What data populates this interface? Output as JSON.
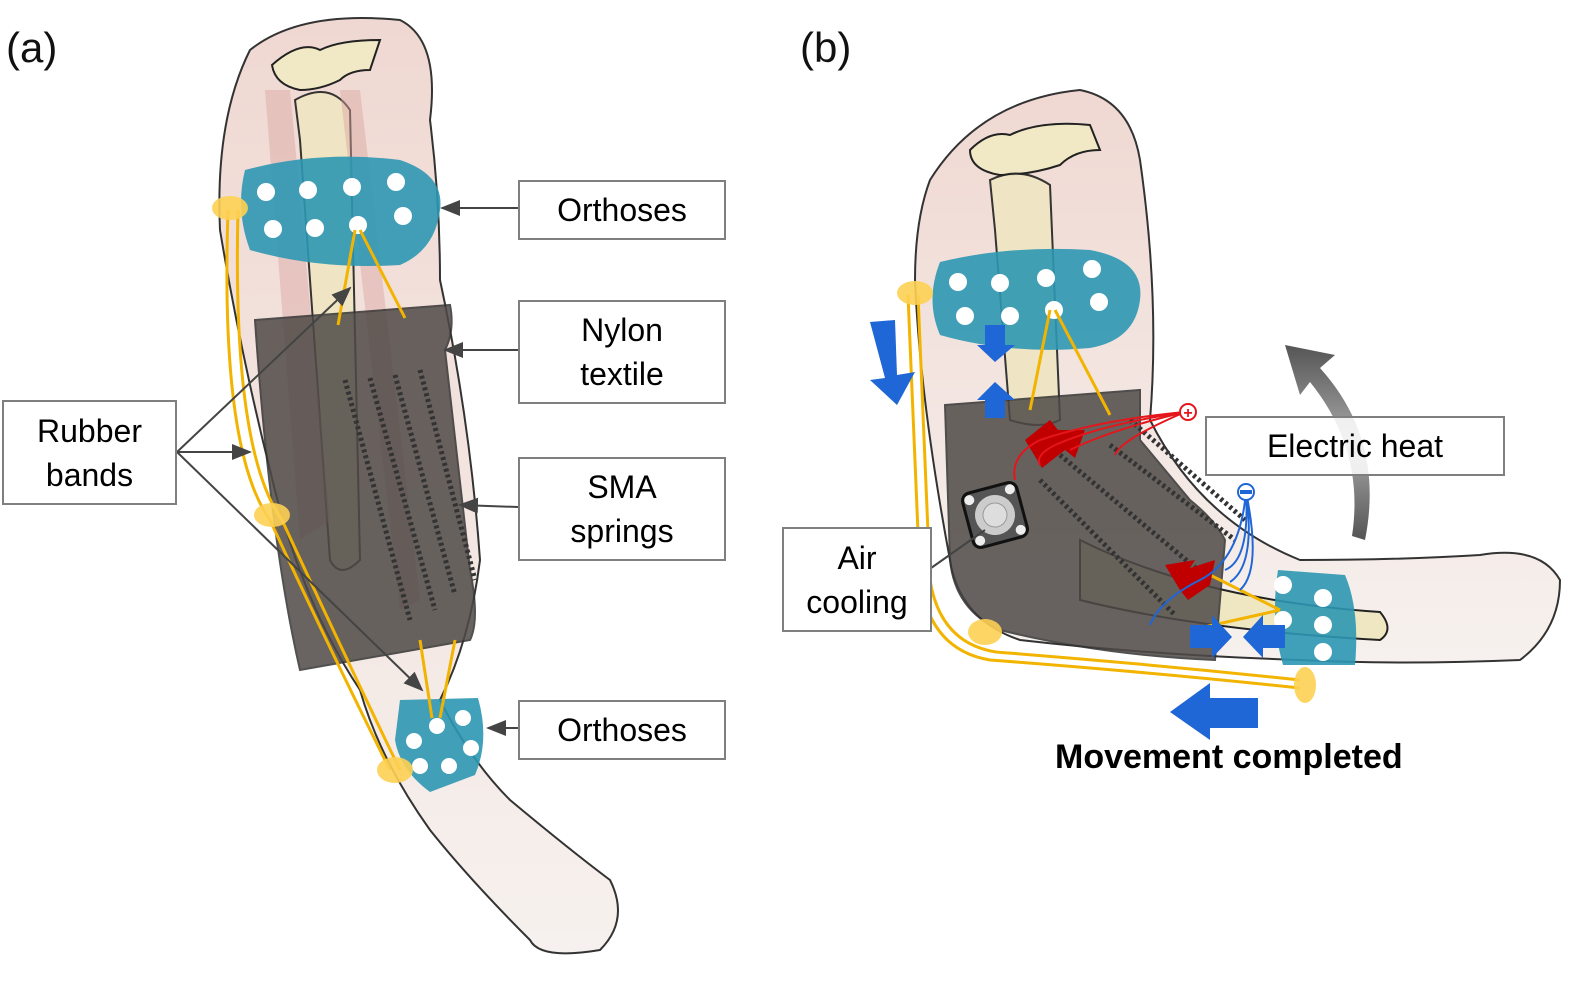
{
  "figure": {
    "panel_a": {
      "label": "(a)",
      "callouts": {
        "orthoses_top": "Orthoses",
        "nylon_textile": "Nylon\ntextile",
        "sma_springs": "SMA\nsprings",
        "orthoses_bottom": "Orthoses",
        "rubber_bands": "Rubber\nbands"
      }
    },
    "panel_b": {
      "label": "(b)",
      "callouts": {
        "electric_heat": "Electric heat",
        "air_cooling": "Air\ncooling"
      },
      "caption": "Movement completed",
      "terminals": {
        "positive": "+",
        "negative": "−"
      }
    },
    "colors": {
      "skin": "#f3e2dc",
      "orthosis": "#2e97b3",
      "textile": "#4f4a47",
      "rubber_band": "#f2b400",
      "anchor": "#fdd053",
      "spring": "#3a3a3a",
      "force_arrow_blue": "#1f66d6",
      "heat_arrow_red": "#c00000",
      "positive_wire": "#e4161b",
      "negative_wire": "#1f66d6",
      "rotation_arrow": "#666666",
      "bone": "#f1e9c6"
    }
  }
}
